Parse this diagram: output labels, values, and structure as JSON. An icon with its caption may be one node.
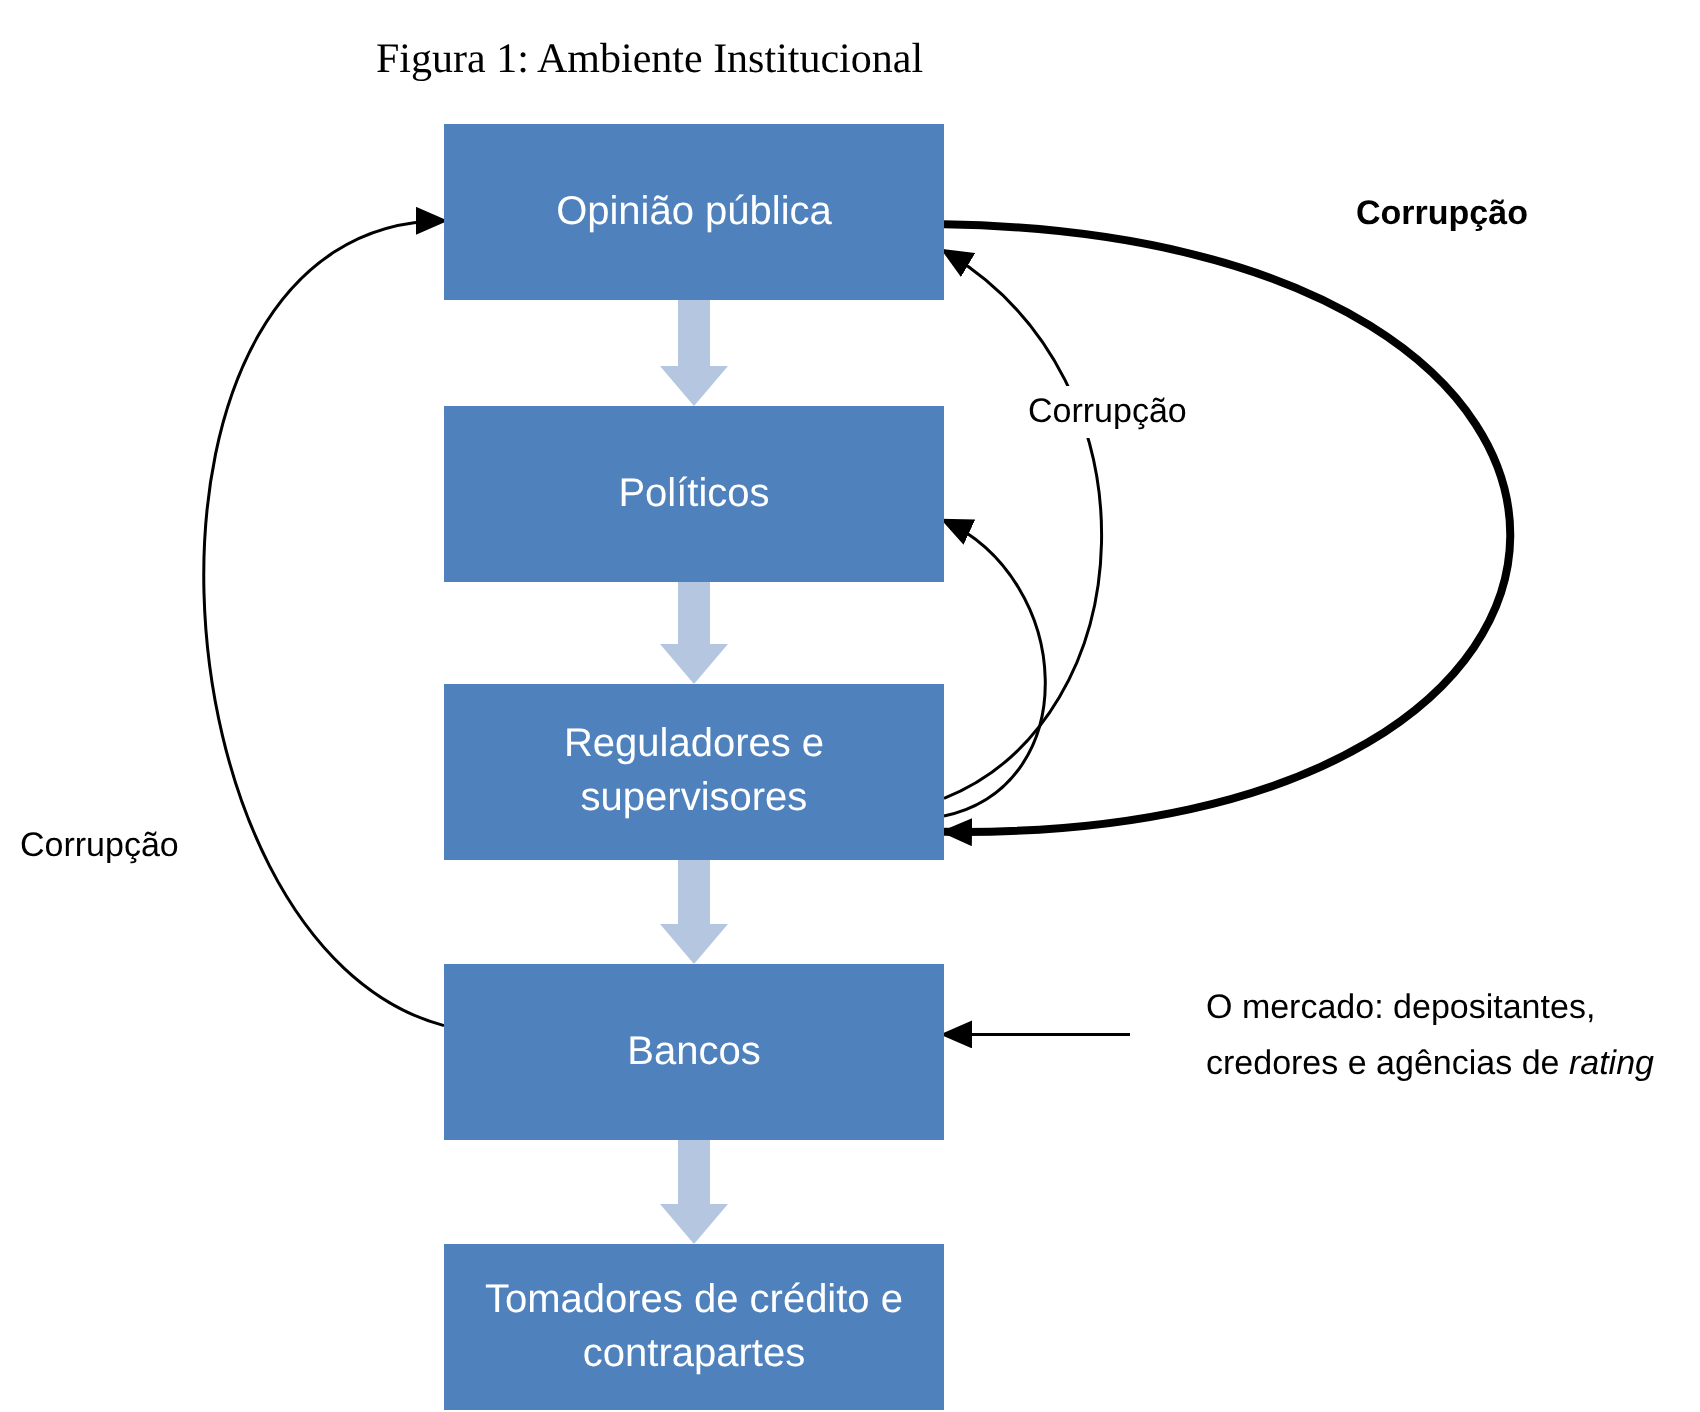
{
  "diagram": {
    "title": "Figura 1: Ambiente Institucional",
    "nodes": [
      {
        "text": [
          "Opinião pública"
        ]
      },
      {
        "text": [
          "Políticos"
        ]
      },
      {
        "text": [
          "Reguladores e supervisores"
        ]
      },
      {
        "text": [
          "Bancos"
        ]
      },
      {
        "text": [
          "Tomadores de crédito e contrapartes"
        ]
      },
      {
        "text": [
          "O mercado: depositantes, credores e agências de *rating*"
        ]
      }
    ],
    "edges": [
      {
        "from": 0,
        "to": 1,
        "arrow": "to",
        "style": "thick",
        "color": "#b4c6e0"
      },
      {
        "from": 1,
        "to": 2,
        "arrow": "to",
        "style": "thick",
        "color": "#b4c6e0"
      },
      {
        "from": 2,
        "to": 3,
        "arrow": "to",
        "style": "thick",
        "color": "#b4c6e0"
      },
      {
        "from": 3,
        "to": 4,
        "arrow": "to",
        "style": "thick",
        "color": "#b4c6e0"
      },
      {
        "from": 3,
        "to": 0,
        "arrow": "to",
        "label": "Corrupção"
      },
      {
        "from": 2,
        "to": 0,
        "arrow": "to",
        "label": "Corrupção"
      },
      {
        "from": 2,
        "to": 1,
        "arrow": "to"
      },
      {
        "from": 0,
        "to": 2,
        "arrow": "to",
        "label": "Corrupção",
        "style": "thick"
      },
      {
        "from": 5,
        "to": 3,
        "arrow": "to"
      }
    ]
  }
}
